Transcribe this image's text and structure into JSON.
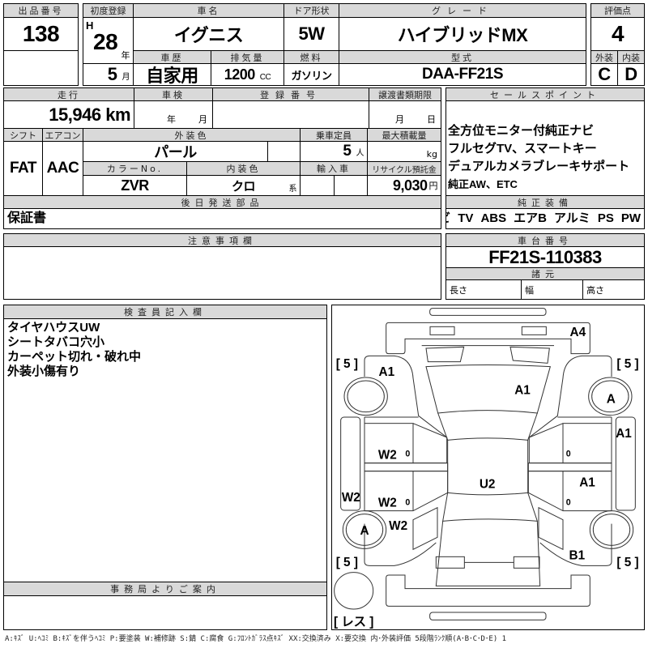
{
  "top": {
    "lot_label": "出品番号",
    "lot": "138",
    "first_reg_label": "初度登録",
    "era": "H",
    "year": "28",
    "year_unit": "年",
    "month": "5",
    "month_unit": "月",
    "car_name_label": "車名",
    "car_name": "イグニス",
    "door_label": "ドア形状",
    "door": "5W",
    "grade_label": "グレード",
    "grade": "ハイブリッドMX",
    "history_label": "車歴",
    "history": "自家用",
    "displacement_label": "排気量",
    "displacement": "1200",
    "cc": "CC",
    "fuel_label": "燃料",
    "fuel": "ガソリン",
    "model_label": "型式",
    "model": "DAA-FF21S",
    "score_label": "評価点",
    "score": "4",
    "ext_label": "外装",
    "int_label": "内装",
    "ext": "C",
    "int": "D"
  },
  "mid": {
    "mileage_label": "走行",
    "mileage": "15,946",
    "mileage_unit": "km",
    "inspection_label": "車検",
    "insp_year_unit": "年",
    "insp_month_unit": "月",
    "reg_no_label": "登録番号",
    "transfer_label": "譲渡書類期限",
    "transfer_month_unit": "月",
    "transfer_day_unit": "日",
    "shift_label": "シフト",
    "shift": "FAT",
    "ac_label": "エアコン",
    "ac": "AAC",
    "ext_color_label": "外装色",
    "ext_color": "パール",
    "capacity_label": "乗車定員",
    "capacity": "5",
    "capacity_unit": "人",
    "load_label": "最大積載量",
    "load_unit": "kg",
    "color_no_label": "カラーNo.",
    "color_no": "ZVR",
    "int_color_label": "内装色",
    "int_color": "クロ",
    "int_color_unit": "系",
    "import_label": "輸入車",
    "recycle_label": "リサイクル預託金",
    "recycle": "9,030",
    "recycle_unit": "円",
    "later_parts_label": "後日発送部品",
    "later_parts": "保証書"
  },
  "sales": {
    "label": "セールスポイント",
    "points": [
      "全方位モニター付純正ナビ",
      "フルセグTV、スマートキー",
      "デュアルカメラブレーキサポート",
      "純正AW、ETC"
    ],
    "equip_label": "純正装備",
    "equipment": [
      "ナビ",
      "TV",
      "ABS",
      "エアB",
      "アルミ",
      "PS",
      "PW"
    ]
  },
  "notes_label": "注意事項欄",
  "chassis": {
    "label": "車台番号",
    "number": "FF21S-110383",
    "spec_label": "諸元",
    "length_label": "長さ",
    "width_label": "幅",
    "height_label": "高さ"
  },
  "inspector": {
    "label": "検査員記入欄",
    "lines": [
      "タイヤハウスUW",
      "シートタバコ穴小",
      "カーペット切れ・破れ中",
      "外装小傷有り"
    ]
  },
  "office_label": "事務局よりご案内",
  "diagram": {
    "tread": "[ 5 ]",
    "spare": "[ レス ]",
    "marks": [
      "A4",
      "A1",
      "A1",
      "A",
      "A1",
      "W2",
      "0",
      "0",
      "U2",
      "A1",
      "W2",
      "W2",
      "0",
      "0",
      "A",
      "W2",
      "B1"
    ]
  },
  "legend": "A:ｷｽﾞ U:ﾍｺﾐ B:ｷｽﾞを伴うﾍｺﾐ P:要塗装 W:補修跡 S:錆 C:腐食 G:ﾌﾛﾝﾄｶﾞﾗｽ点ｷｽﾞ XX:交換済み X:要交換 内･外装評価 5段階ﾗﾝｸ順(A･B･C･D･E) 1"
}
